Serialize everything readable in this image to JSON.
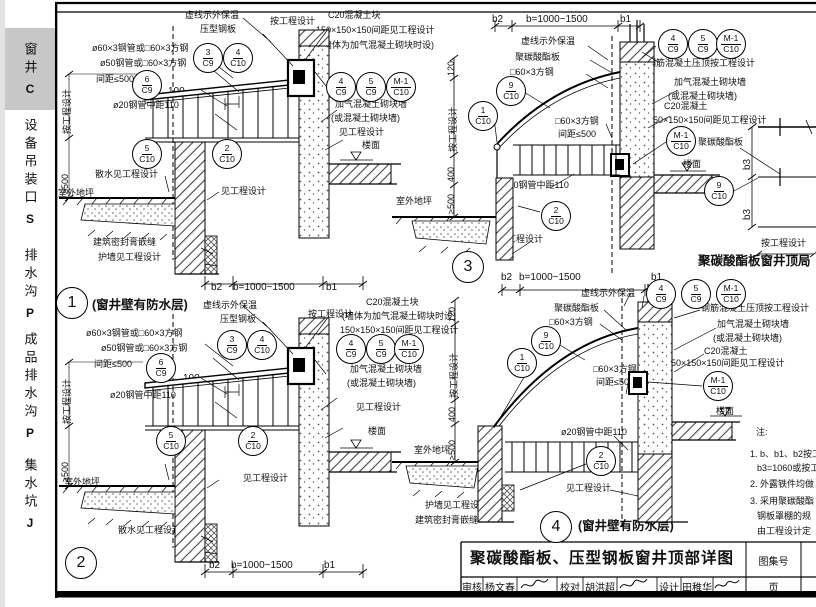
{
  "sidebar": {
    "items": [
      {
        "label": "窗井",
        "code": "C"
      },
      {
        "label": "设备吊装口",
        "code": "S"
      },
      {
        "label": "排水沟",
        "code": "P"
      },
      {
        "label": "成品排水沟",
        "code": "P"
      },
      {
        "label": "集水坑",
        "code": "J"
      }
    ]
  },
  "tags": {
    "t1c10": {
      "t": "1",
      "b": "C10"
    },
    "t2c10": {
      "t": "2",
      "b": "C10"
    },
    "t3c9": {
      "t": "3",
      "b": "C9"
    },
    "t4c9": {
      "t": "4",
      "b": "C9"
    },
    "t4c10": {
      "t": "4",
      "b": "C10"
    },
    "t5c9": {
      "t": "5",
      "b": "C9"
    },
    "t5c10": {
      "t": "5",
      "b": "C10"
    },
    "t6c9": {
      "t": "6",
      "b": "C9"
    },
    "t9c10": {
      "t": "9",
      "b": "C10"
    },
    "tm1c10": {
      "t": "M-1",
      "b": "C10"
    }
  },
  "ann": {
    "insul": "虚线示外保温",
    "steel_plate": "压型钢板",
    "poly_board": "聚碳酸酯板",
    "per_design": "按工程设计",
    "c20_block": "C20混凝土块",
    "c20": "C20混凝土",
    "spacing150": "150×150×150间距见工程设计",
    "when_aac": "(墙体为加气混凝土砌块时设)",
    "pipe60": "ø60×3钢管或□60×3方钢",
    "pipe50": "ø50钢管或□60×3方钢",
    "sq60": "□60×3方钢",
    "gap500": "间距≤500",
    "dim100": "100",
    "pipe20": "ø20钢管中距110",
    "aac_wall": "加气混凝土砌块墙",
    "or_wall": "(或混凝土砌块墙)",
    "rc_coping": "钢筋混凝土压顶按工程设计",
    "see_design": "见工程设计",
    "floor": "楼面",
    "apron": "散水见工程设计",
    "ground": "室外地坪",
    "sealant": "建筑密封膏嵌缝",
    "parapet": "护墙见工程设计",
    "dim120": "120",
    "dim400": "400",
    "dim500": "≥500",
    "b2": "b2",
    "b": "b=1000~1500",
    "b1": "b1",
    "b3": "b3",
    "side_caption": "聚碳酸酯板窗井顶局"
  },
  "details": {
    "d1": {
      "num": "1",
      "cap": "(窗井壁有防水层)"
    },
    "d2": {
      "num": "2"
    },
    "d3": {
      "num": "3"
    },
    "d4": {
      "num": "4",
      "cap": "(窗井壁有防水层)"
    }
  },
  "notes": {
    "title": "注:",
    "lines": [
      "1. b、b1、b2按工",
      "b3=1060或按工",
      "2. 外露铁件均做",
      "3. 采用聚碳酸酯",
      "钢板罩棚的规",
      "由工程设计定"
    ]
  },
  "title_block": {
    "title": "聚碳酸酯板、压型钢板窗井顶部详图",
    "atlas_label": "图集号",
    "page_label": "页",
    "reviewer_label": "审核",
    "reviewer_name": "杨文春",
    "checker_label": "校对",
    "checker_name": "胡洪超",
    "designer_label": "设计",
    "designer_name": "田稚华"
  }
}
